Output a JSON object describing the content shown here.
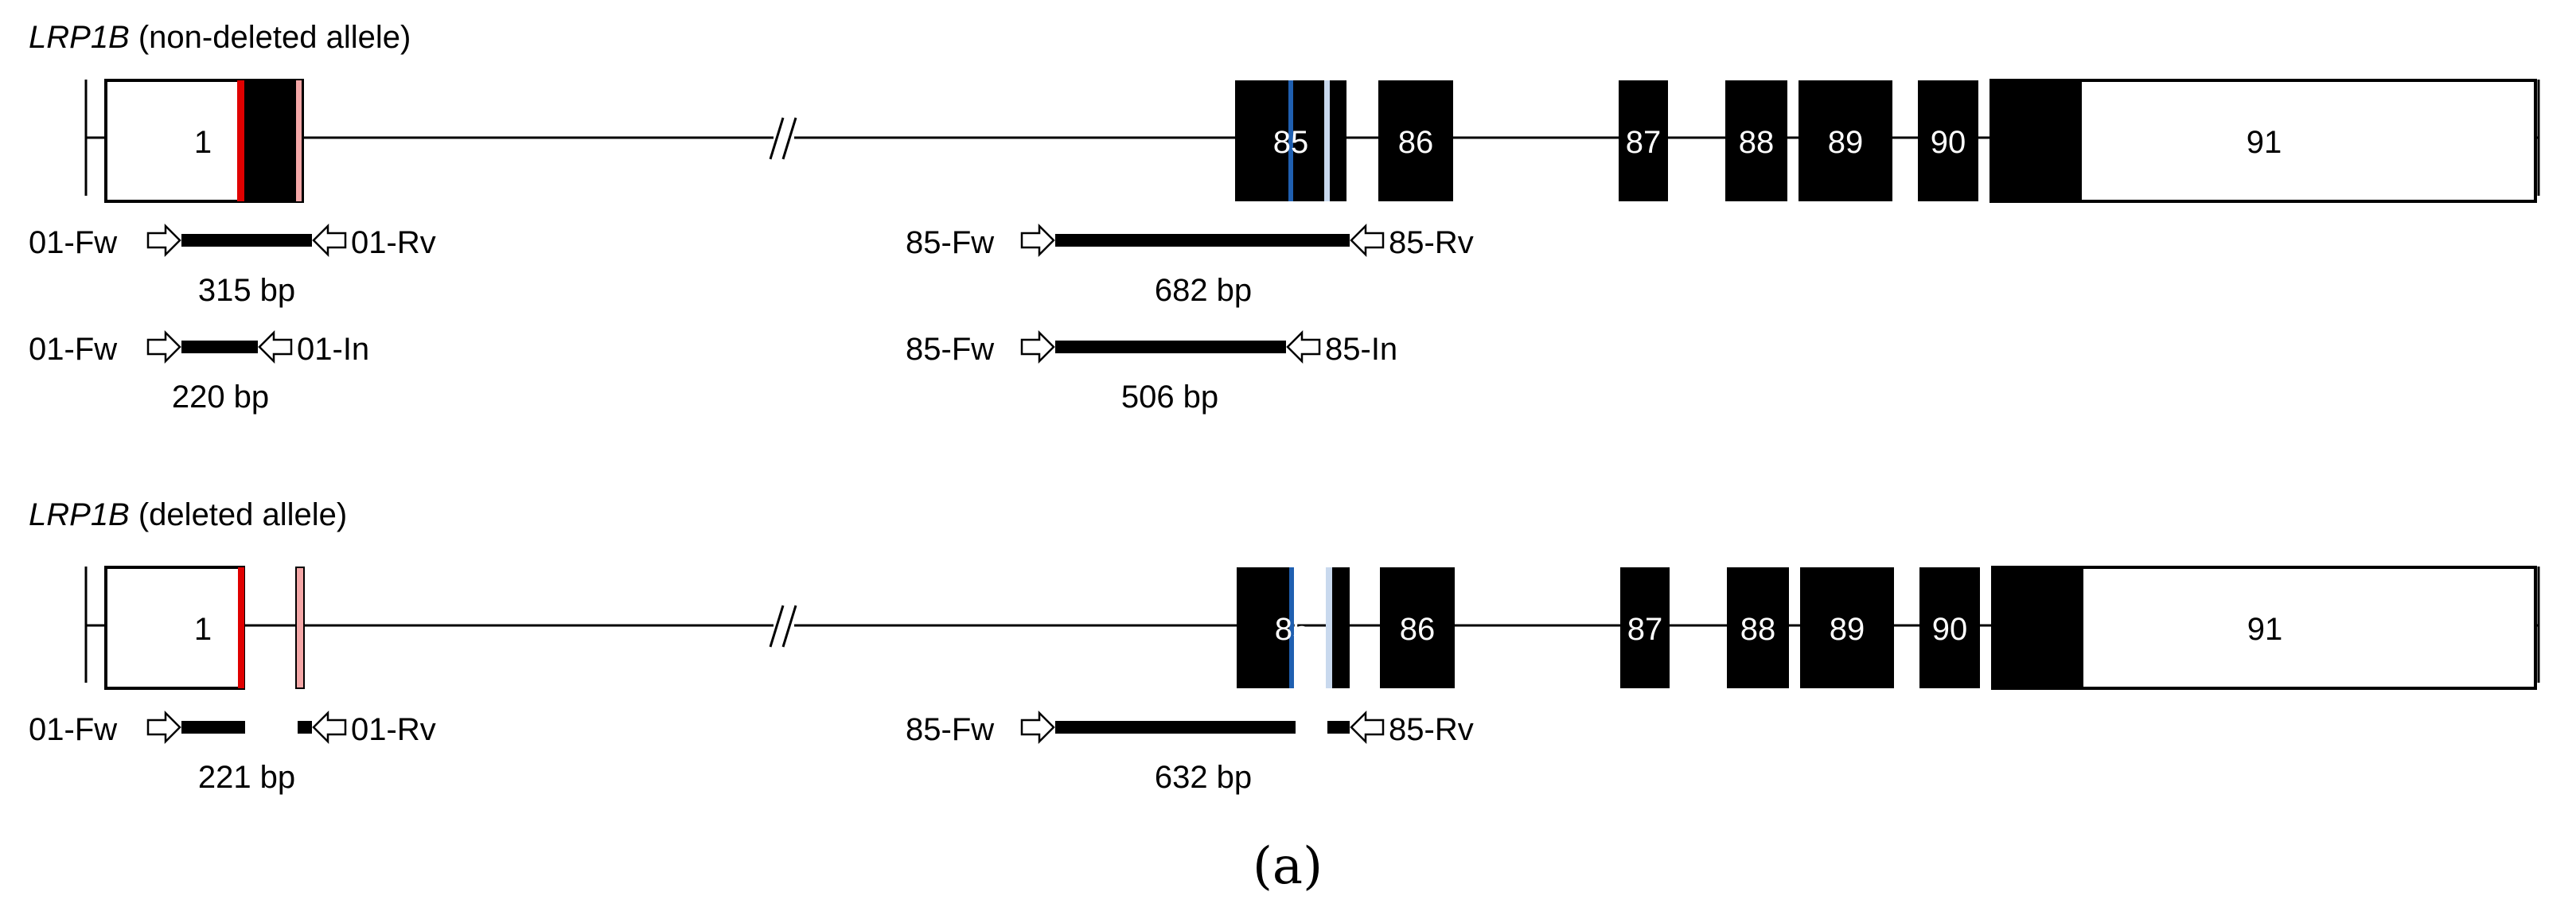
{
  "colors": {
    "exon_coding": "#000000",
    "exon_utr": "#ffffff",
    "deletion_exon1": "#e00000",
    "deletion_exon1_light": "#f4a7a7",
    "mutation_exon85": "#1f5fb0",
    "mutation_exon85_light": "#c9d9ee"
  },
  "panels": [
    {
      "gene": "LRP1B",
      "title_suffix": " (non-deleted allele)",
      "exons": [
        "1",
        "85",
        "86",
        "87",
        "88",
        "89",
        "90",
        "91"
      ],
      "primer_sets": [
        {
          "fw": "01-Fw",
          "rv": "01-Rv",
          "size": "315 bp"
        },
        {
          "fw": "01-Fw",
          "rv": "01-In",
          "size": "220 bp"
        },
        {
          "fw": "85-Fw",
          "rv": "85-Rv",
          "size": "682 bp"
        },
        {
          "fw": "85-Fw",
          "rv": "85-In",
          "size": "506 bp"
        }
      ]
    },
    {
      "gene": "LRP1B",
      "title_suffix": " (deleted allele)",
      "exons": [
        "1",
        "85",
        "86",
        "87",
        "88",
        "89",
        "90",
        "91"
      ],
      "primer_sets": [
        {
          "fw": "01-Fw",
          "rv": "01-Rv",
          "size": "221 bp"
        },
        {
          "fw": "85-Fw",
          "rv": "85-Rv",
          "size": "632 bp"
        }
      ]
    }
  ],
  "figure_tag": "(a)"
}
